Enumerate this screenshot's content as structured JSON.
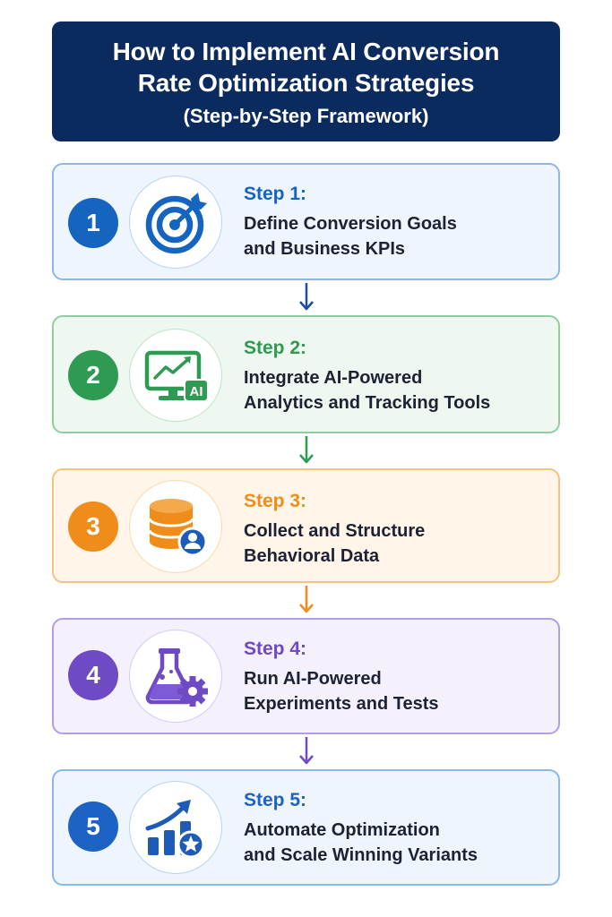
{
  "header": {
    "title_line1": "How to Implement AI Conversion",
    "title_line2": "Rate Optimization Strategies",
    "subtitle": "(Step-by-Step Framework)"
  },
  "steps": [
    {
      "number": "1",
      "label": "Step 1:",
      "desc_line1": "Define Conversion Goals",
      "desc_line2": "and Business KPIs",
      "icon": "target-icon",
      "colors": {
        "accent": "#1565c0",
        "bg": "#eef5fd",
        "border": "#8bb8ea",
        "ring": "#b8d4f3"
      }
    },
    {
      "number": "2",
      "label": "Step 2:",
      "desc_line1": "Integrate AI-Powered",
      "desc_line2": "Analytics and Tracking Tools",
      "icon": "ai-monitor-icon",
      "icon_badge": "AI",
      "colors": {
        "accent": "#2e9a52",
        "bg": "#eef8f0",
        "border": "#8fcf9f",
        "ring": "#bfe3c8"
      }
    },
    {
      "number": "3",
      "label": "Step 3:",
      "desc_line1": "Collect and Structure",
      "desc_line2": "Behavioral Data",
      "icon": "database-user-icon",
      "colors": {
        "accent": "#f08c1a",
        "bg": "#fff5e8",
        "border": "#f6c27f",
        "ring": "#f9d9ae"
      }
    },
    {
      "number": "4",
      "label": "Step 4:",
      "desc_line1": "Run AI-Powered",
      "desc_line2": "Experiments and Tests",
      "icon": "flask-gear-icon",
      "colors": {
        "accent": "#6e4bc5",
        "bg": "#f4f0fc",
        "border": "#b39ee6",
        "ring": "#d6cbf2"
      }
    },
    {
      "number": "5",
      "label": "Step 5:",
      "desc_line1": "Automate Optimization",
      "desc_line2": "and Scale Winning Variants",
      "icon": "growth-chart-star-icon",
      "colors": {
        "accent": "#1e63c4",
        "bg": "#eef5fd",
        "border": "#8bb8ea",
        "ring": "#b8d4f3"
      }
    }
  ]
}
